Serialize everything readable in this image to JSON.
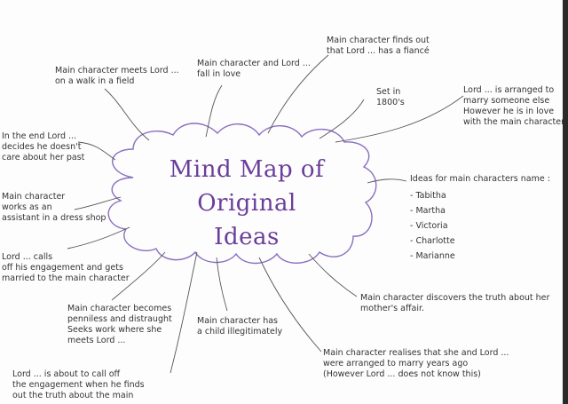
{
  "center": {
    "title_line1": "Mind Map of Original",
    "title_line2": "Ideas"
  },
  "branches": [
    {
      "id": "lord-end",
      "lines": [
        "In the end Lord ...",
        "decides he doesn't",
        "care about her past"
      ]
    },
    {
      "id": "meets-lord",
      "lines": [
        "Main character meets Lord ...",
        "on a walk in a field"
      ]
    },
    {
      "id": "fall-in-love",
      "lines": [
        "Main character and Lord ...",
        "fall in love"
      ]
    },
    {
      "id": "finds-out",
      "lines": [
        "Main character finds out",
        "that Lord ... has a fiancé"
      ]
    },
    {
      "id": "set-in",
      "lines": [
        "Set in",
        "1800's"
      ]
    },
    {
      "id": "arranged",
      "lines": [
        "Lord ... is arranged to",
        "marry someone else",
        "However he is in love",
        "with the main character"
      ]
    },
    {
      "id": "assistant",
      "lines": [
        "Main character",
        "works as an",
        "assistant in a dress shop"
      ]
    },
    {
      "id": "calls-off",
      "lines": [
        "Lord ... calls",
        "off his engagement and gets",
        "married to the main character"
      ]
    },
    {
      "id": "penniless",
      "lines": [
        "Main character becomes",
        "penniless and distraught",
        "Seeks work where she",
        "meets Lord ..."
      ]
    },
    {
      "id": "child",
      "lines": [
        "Main character has",
        "a child illegitimately"
      ]
    },
    {
      "id": "discovers",
      "lines": [
        "Main character discovers the truth about her",
        "mother's affair."
      ]
    },
    {
      "id": "realises",
      "lines": [
        "Main character realises that she and Lord ...",
        "were arranged to marry years ago",
        "(However Lord ... does not know this)"
      ]
    },
    {
      "id": "about-to",
      "lines": [
        "Lord ... is about to call off",
        "the engagement when he finds",
        "out the truth about the main"
      ]
    }
  ],
  "names": {
    "heading": "Ideas for main characters name :",
    "items": [
      "Tabitha",
      "Martha",
      "Victoria",
      "Charlotte",
      "Marianne"
    ]
  },
  "colors": {
    "cloud_outline": "#8a6fc0",
    "title": "#6a3d9a",
    "ink": "#333333"
  }
}
